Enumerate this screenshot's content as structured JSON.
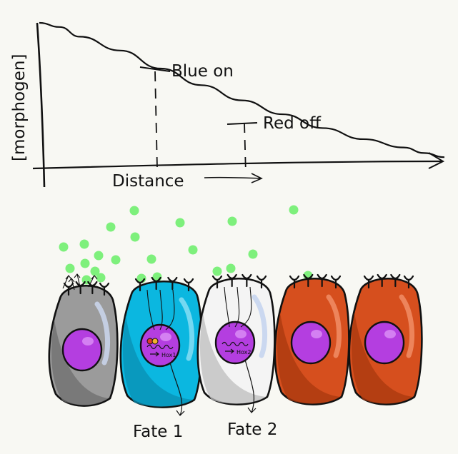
{
  "chart_data": {
    "type": "line",
    "title": "",
    "xlabel": "Distance",
    "ylabel": "[morphogen]",
    "series": [
      {
        "values": [
          1.0,
          0.97,
          0.9,
          0.8,
          0.67,
          0.55,
          0.44,
          0.34,
          0.24,
          0.16,
          0.1,
          0.06,
          0.03
        ]
      }
    ],
    "x": [
      0,
      0.05,
      0.1,
      0.2,
      0.3,
      0.4,
      0.5,
      0.6,
      0.7,
      0.8,
      0.9,
      0.95,
      1.0
    ],
    "thresholds": [
      {
        "label": "Blue on",
        "x": 0.3,
        "y": 0.66
      },
      {
        "label": "Red off",
        "x": 0.51,
        "y": 0.34
      }
    ],
    "grid": false
  },
  "cells": [
    {
      "name": "cell-grey",
      "body_color": "#9b9b9b",
      "shadow_color": "#6e6e6e",
      "highlight": "#c9d4ea",
      "state": "unresponsive"
    },
    {
      "name": "cell-blue",
      "body_color": "#0bb7e0",
      "shadow_color": "#0a8fb3",
      "highlight": "#7fdcf3",
      "state": "Fate 1",
      "gene_label": "Hox1"
    },
    {
      "name": "cell-white",
      "body_color": "#f4f4f4",
      "shadow_color": "#bdbdbd",
      "highlight": "#c7d5ef",
      "state": "Fate 2",
      "gene_label": "Hox2"
    },
    {
      "name": "cell-red-1",
      "body_color": "#d64f1e",
      "shadow_color": "#a8380f",
      "highlight": "#f08a62",
      "state": "red"
    },
    {
      "name": "cell-red-2",
      "body_color": "#d64f1e",
      "shadow_color": "#a8380f",
      "highlight": "#f08a62",
      "state": "red"
    }
  ],
  "nucleus_color": "#b43ee0",
  "morphogen_color": "#7ef07c",
  "fates": [
    "Fate 1",
    "Fate 2"
  ],
  "genes": [
    "Hox1",
    "Hox2"
  ]
}
